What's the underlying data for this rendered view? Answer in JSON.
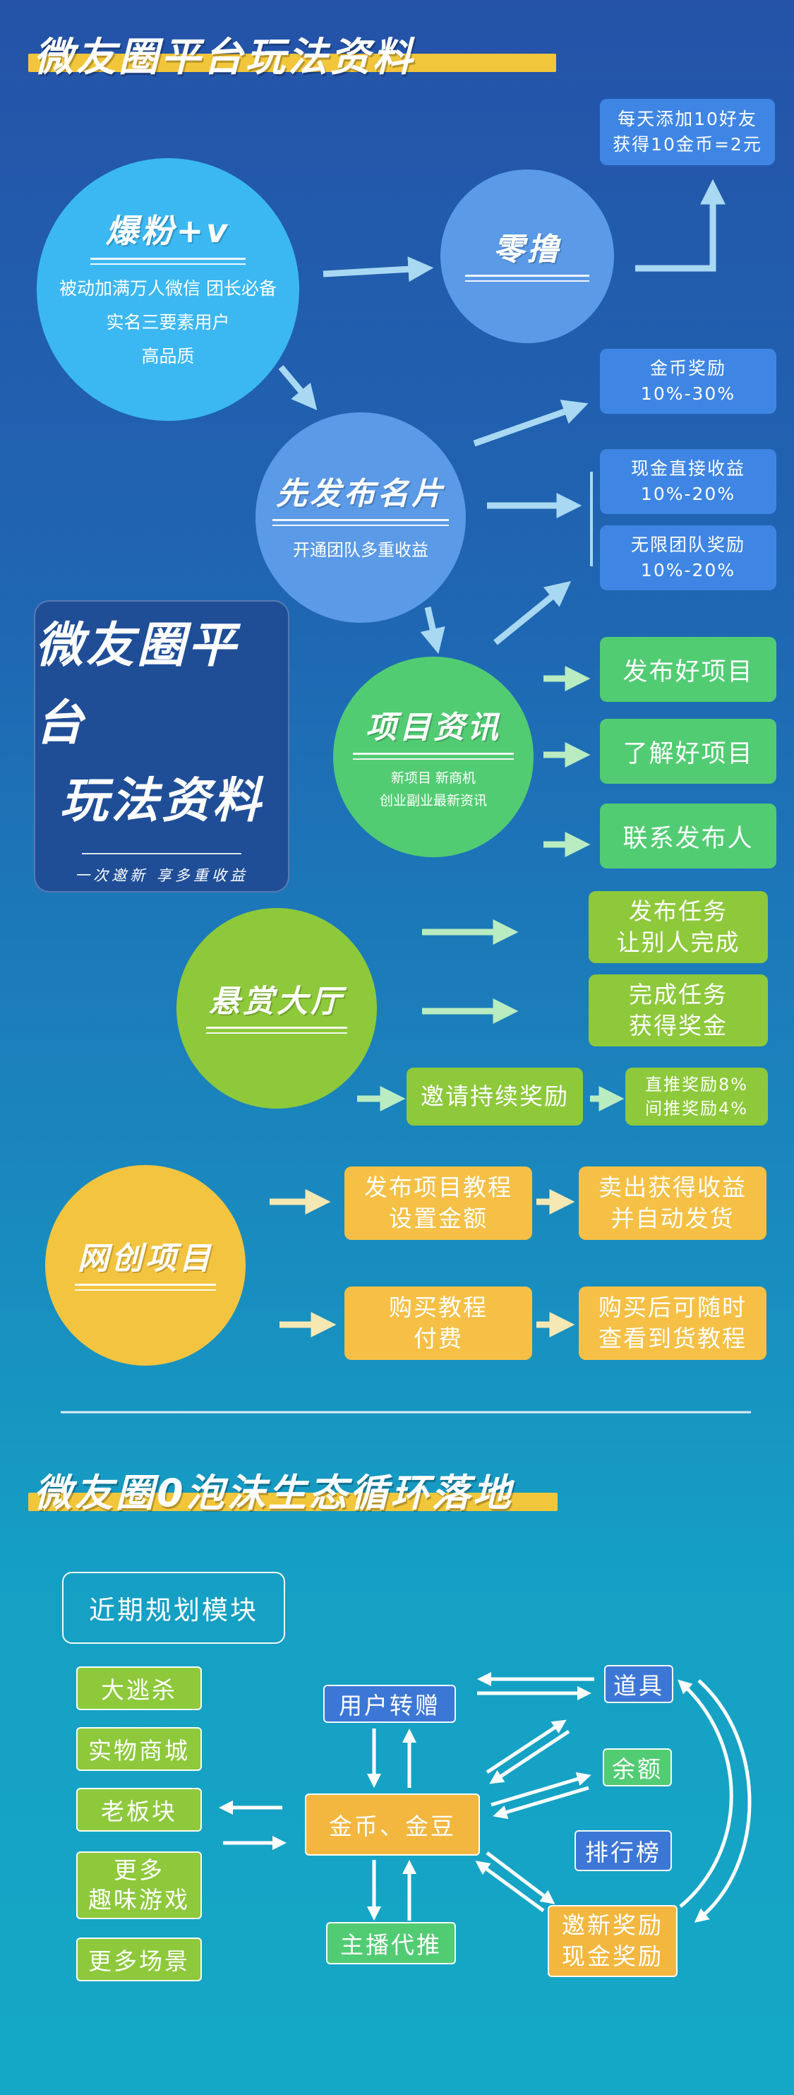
{
  "header": {
    "title": "微友圈平台玩法资料"
  },
  "left_card": {
    "title_line1": "微友圈平台",
    "title_line2": "玩法资料",
    "subtitle": "一次邀新 享多重收益"
  },
  "fans": {
    "title": "爆粉+v",
    "line1": "被动加满万人微信 团长必备",
    "line2": "实名三要素用户",
    "line3": "高品质"
  },
  "zero": {
    "title": "零撸",
    "reward_line1": "每天添加10好友",
    "reward_line2": "获得10金币=2元"
  },
  "card": {
    "title": "先发布名片",
    "subtitle": "开通团队多重收益",
    "gold_line1": "金币奖励",
    "gold_line2": "10%-30%",
    "cash_line1": "现金直接收益",
    "cash_line2": "10%-20%",
    "team_line1": "无限团队奖励",
    "team_line2": "10%-20%"
  },
  "news": {
    "title": "项目资讯",
    "line1": "新项目 新商机",
    "line2": "创业副业最新资讯",
    "item1": "发布好项目",
    "item2": "了解好项目",
    "item3": "联系发布人"
  },
  "reward": {
    "title": "悬赏大厅",
    "task1_line1": "发布任务",
    "task1_line2": "让别人完成",
    "task2_line1": "完成任务",
    "task2_line2": "获得奖金",
    "invite": "邀请持续奖励",
    "rate_line1": "直推奖励8%",
    "rate_line2": "间推奖励4%"
  },
  "web": {
    "title": "网创项目",
    "a_line1": "发布项目教程",
    "a_line2": "设置金额",
    "b_line1": "卖出获得收益",
    "b_line2": "并自动发货",
    "c_line1": "购买教程",
    "c_line2": "付费",
    "d_line1": "购买后可随时",
    "d_line2": "查看到货教程"
  },
  "eco": {
    "title": "微友圈0泡沫生态循环落地",
    "plan": "近期规划模块",
    "module1": "大逃杀",
    "module2": "实物商城",
    "module3": "老板块",
    "module4_line1": "更多",
    "module4_line2": "趣味游戏",
    "module5": "更多场景",
    "transfer": "用户转赠",
    "coins": "金币、金豆",
    "streamer": "主播代推",
    "props": "道具",
    "balance": "余额",
    "ranking": "排行榜",
    "invite_line1": "邀新奖励",
    "invite_line2": "现金奖励"
  },
  "colors": {
    "blue_circle": "#5a9ae6",
    "light_blue_circle": "#3bb8f2",
    "green_circle": "#52cc73",
    "lime_circle": "#8dc93a",
    "orange_circle": "#f3c440",
    "accent_yellow": "#f2c63a",
    "dark_card": "#1f4e97",
    "arrow": "#a9d8f2"
  }
}
